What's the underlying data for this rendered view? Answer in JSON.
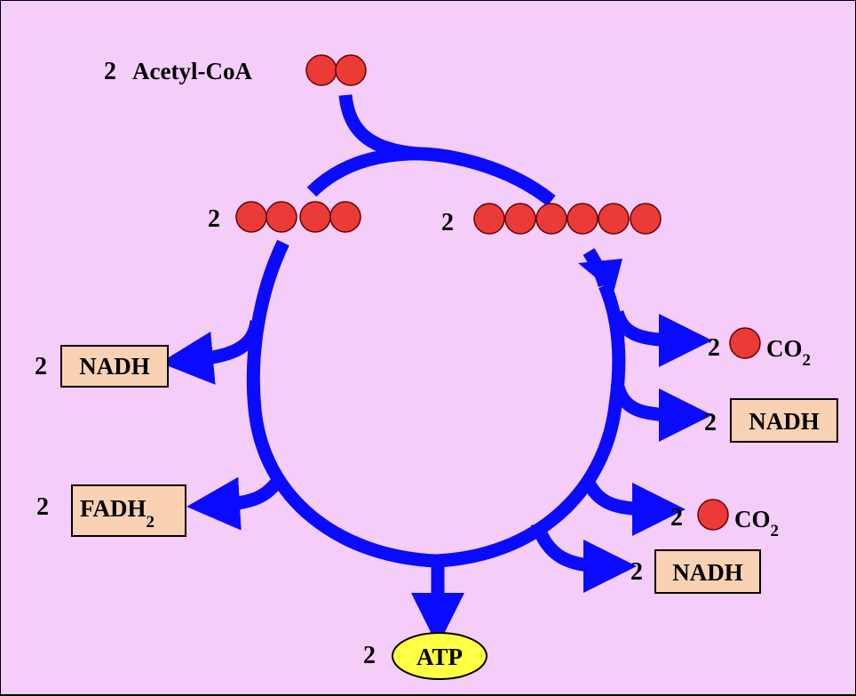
{
  "acetyl": {
    "count": "2",
    "label": "Acetyl-CoA"
  },
  "carbon4": {
    "count": "2"
  },
  "carbon6": {
    "count": "2"
  },
  "nadh_left": {
    "count": "2",
    "label": "NADH"
  },
  "fadh2": {
    "count": "2",
    "label": "FADH",
    "subscript": "2"
  },
  "atp": {
    "count": "2",
    "label": "ATP"
  },
  "co2_upper": {
    "count": "2",
    "label": "CO",
    "subscript": "2"
  },
  "nadh_right_upper": {
    "count": "2",
    "label": "NADH"
  },
  "co2_lower": {
    "count": "2",
    "label": "CO",
    "subscript": "2"
  },
  "nadh_right_lower": {
    "count": "2",
    "label": "NADH"
  },
  "colors": {
    "background": "#f5cdf9",
    "arrow": "#0a0aff",
    "carbon": "#ea3b36",
    "product_box": "#f9d2b4",
    "atp": "#ffff44"
  }
}
